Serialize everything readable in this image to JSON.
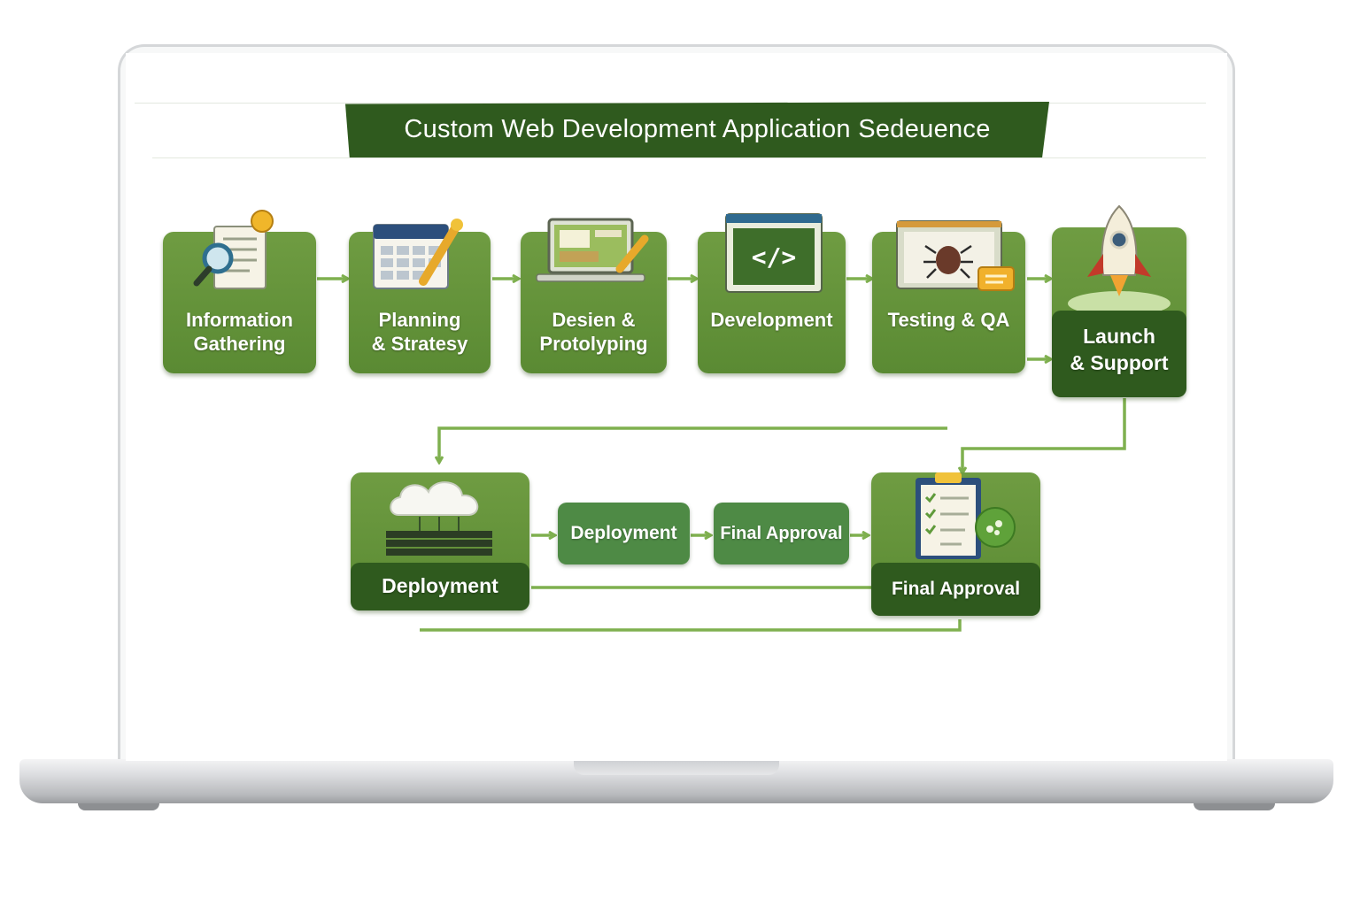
{
  "diagram": {
    "title": "Custom Web Development Application Sedeuence",
    "steps_row1": [
      {
        "label_line1": "Information",
        "label_line2": "Gathering",
        "icon": "document-magnifier-icon"
      },
      {
        "label_line1": "Planning",
        "label_line2": "& Stratesy",
        "icon": "calendar-pencil-icon"
      },
      {
        "label_line1": "Desien &",
        "label_line2": "Protolyping",
        "icon": "laptop-pencil-icon"
      },
      {
        "label_line1": "Development",
        "label_line2": "",
        "icon": "code-window-icon"
      },
      {
        "label_line1": "Testing & QA",
        "label_line2": "",
        "icon": "bug-monitor-icon"
      },
      {
        "label_line1": "Launch",
        "label_line2": "& Support",
        "icon": "rocket-icon"
      }
    ],
    "steps_row2": [
      {
        "label": "Deployment",
        "icon": "cloud-server-icon"
      },
      {
        "label": "Deployment"
      },
      {
        "label": "Final Approval"
      },
      {
        "label": "Final Approval",
        "icon": "checklist-clipboard-icon"
      }
    ],
    "colors": {
      "dark_green": "#2f5a1e",
      "card_green": "#5f8f36",
      "pill_green": "#4e8a45",
      "connector": "#7fb04f"
    }
  }
}
